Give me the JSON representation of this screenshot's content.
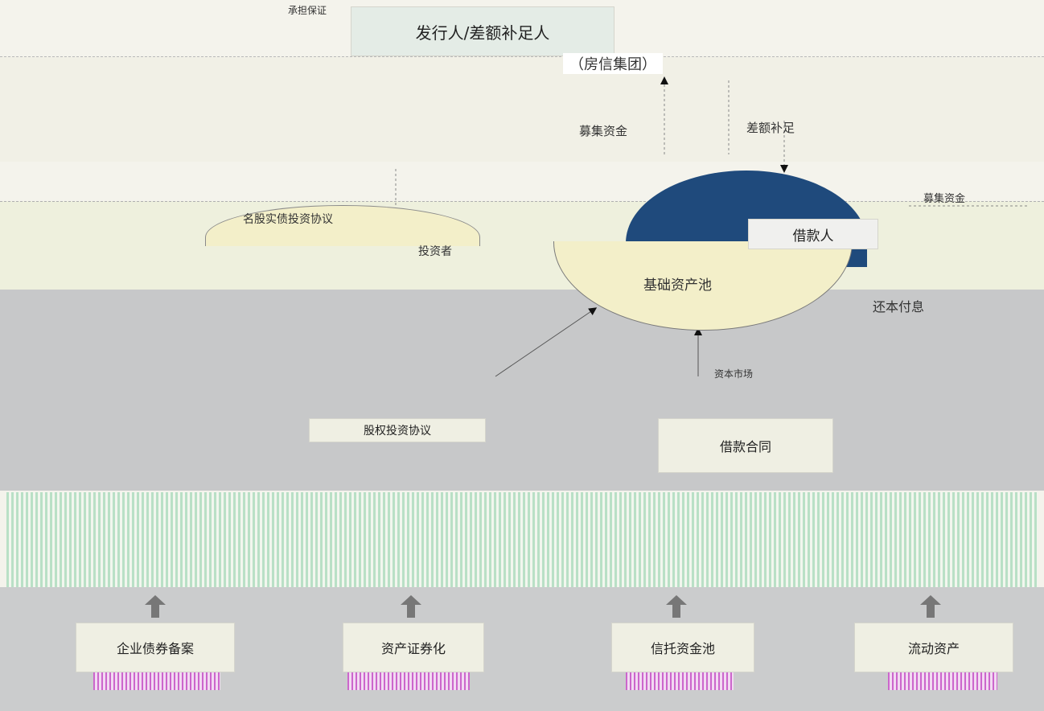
{
  "diagram": {
    "top": {
      "credit_enhancement_label": "承担保证",
      "issuer_box": "发行人/差额补足人",
      "group_label": "（房信集团）"
    },
    "flow_labels": {
      "raise_funds": "募集资金",
      "shortfall": "差额补足",
      "raise_funds_right": "募集资金",
      "repay": "还本付息"
    },
    "middle": {
      "left_arc_caption": "名股实债投资协议",
      "borrower": "借款人",
      "asset_pool": "基础资产池",
      "investor_label": "投资者"
    },
    "lower": {
      "loan_box": "股权投资协议",
      "loan_box_right": "借款合同",
      "arrow_label_center": "资本市场"
    },
    "bottom_boxes": [
      "企业债券备案",
      "资产证券化",
      "信托资金池",
      "流动资产"
    ],
    "colors": {
      "arc_top": "#1f4a7c",
      "arc_bottom": "#f3efc9",
      "stripe": "#b9e0c6"
    }
  }
}
